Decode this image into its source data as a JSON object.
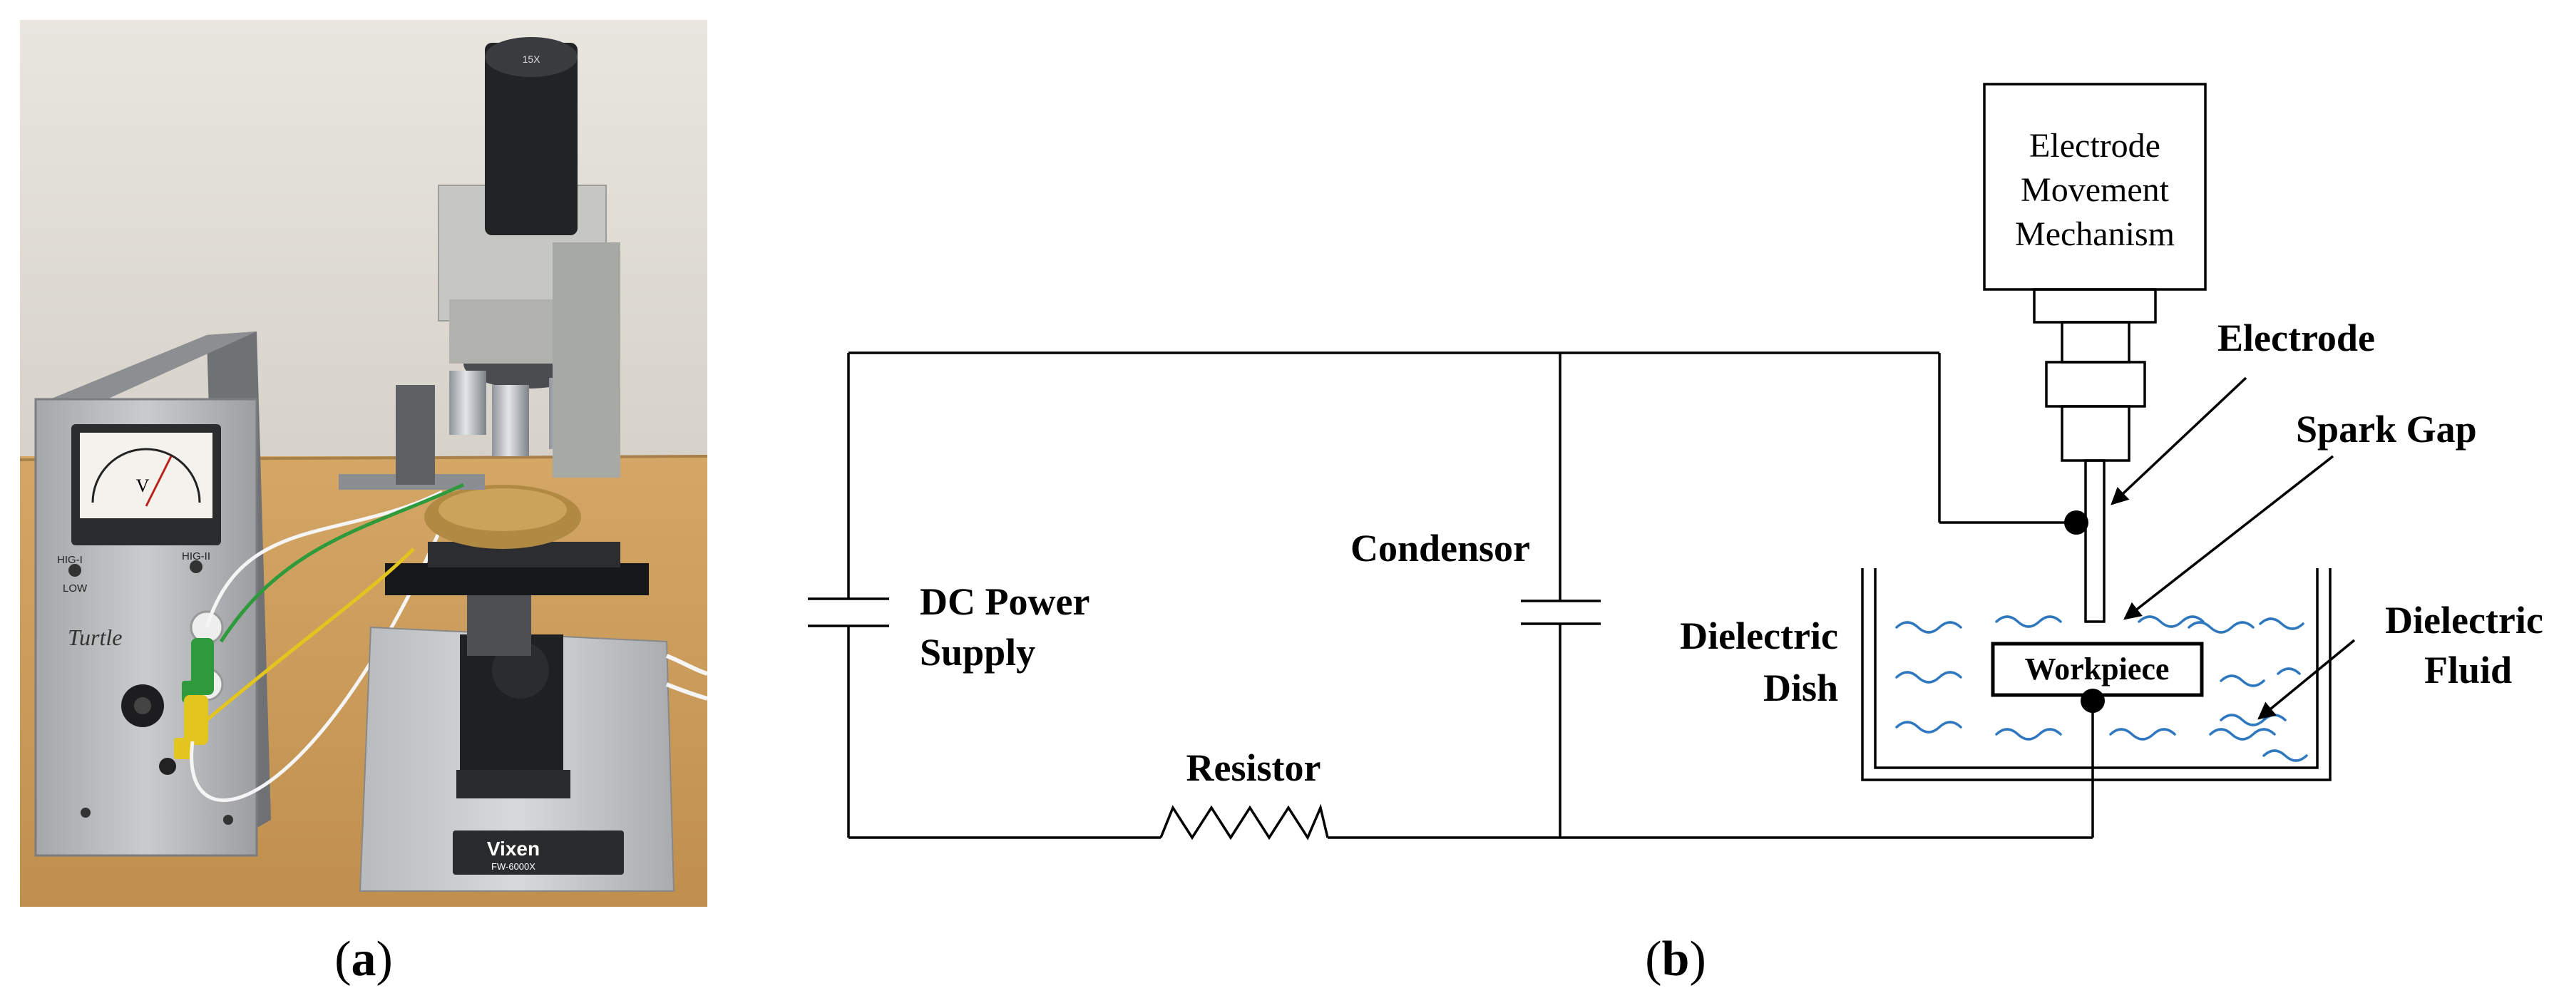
{
  "panels": {
    "a": {
      "caption_letter": "a"
    },
    "b": {
      "caption_letter": "b"
    }
  },
  "photo": {
    "meter_scale": "V",
    "switch_left_top": "HIG-I",
    "switch_left_bottom": "LOW",
    "switch_right_top": "HIG-II",
    "brand_script": "Turtle",
    "microscope_brand": "Vixen",
    "microscope_model": "FW-6000X",
    "eyepiece_mark": "15X"
  },
  "diagram": {
    "electrode_mechanism_line1": "Electrode",
    "electrode_mechanism_line2": "Movement",
    "electrode_mechanism_line3": "Mechanism",
    "electrode": "Electrode",
    "spark_gap": "Spark Gap",
    "dc_power_line1": "DC Power",
    "dc_power_line2": "Supply",
    "condensor": "Condensor",
    "resistor": "Resistor",
    "dielectric_dish_line1": "Dielectric",
    "dielectric_dish_line2": "Dish",
    "workpiece": "Workpiece",
    "dielectric_fluid_line1": "Dielectric",
    "dielectric_fluid_line2": "Fluid"
  },
  "colors": {
    "fluid_waves": "#2f78c0",
    "green_clip": "#2e9a3c",
    "yellow_clip": "#e2c51e"
  }
}
